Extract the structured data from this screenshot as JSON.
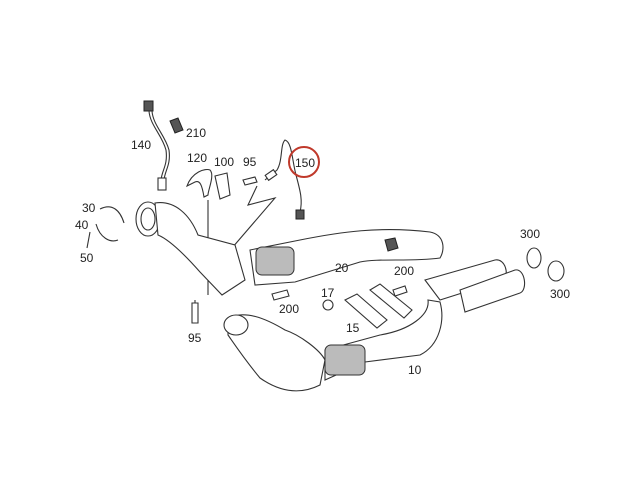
{
  "title": "Exhaust system parts diagram",
  "highlight_color": "#c0392b",
  "callouts": [
    {
      "id": "c140",
      "label": "140"
    },
    {
      "id": "c210",
      "label": "210"
    },
    {
      "id": "c120",
      "label": "120"
    },
    {
      "id": "c100",
      "label": "100"
    },
    {
      "id": "c95a",
      "label": "95"
    },
    {
      "id": "c150",
      "label": "150",
      "highlighted": true
    },
    {
      "id": "c30",
      "label": "30"
    },
    {
      "id": "c40",
      "label": "40"
    },
    {
      "id": "c50",
      "label": "50"
    },
    {
      "id": "c20",
      "label": "20"
    },
    {
      "id": "c200a",
      "label": "200"
    },
    {
      "id": "c300a",
      "label": "300"
    },
    {
      "id": "c300b",
      "label": "300"
    },
    {
      "id": "c17",
      "label": "17"
    },
    {
      "id": "c15",
      "label": "15"
    },
    {
      "id": "c200b",
      "label": "200"
    },
    {
      "id": "c95b",
      "label": "95"
    },
    {
      "id": "c10",
      "label": "10"
    }
  ]
}
